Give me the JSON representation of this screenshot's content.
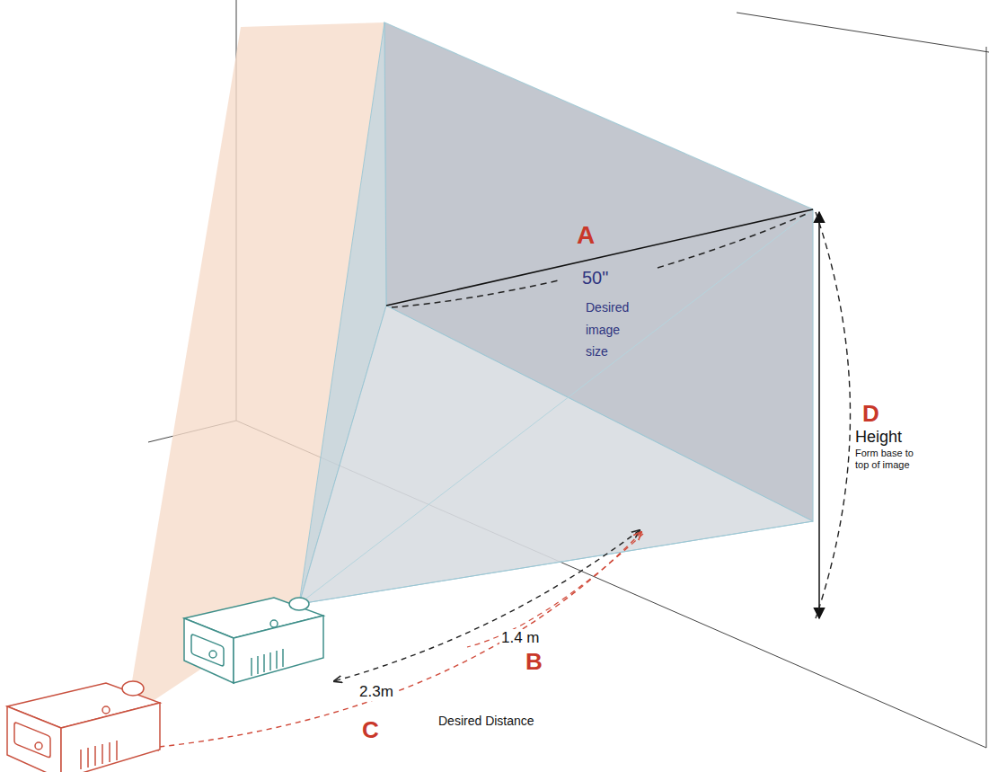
{
  "diagram": {
    "labels": [
      "A",
      "50\"",
      "Desired image size",
      "D",
      "Height",
      "Form base to top of image",
      "1.4 m",
      "B",
      "2.3m",
      "C",
      "Desired Distance"
    ]
  }
}
